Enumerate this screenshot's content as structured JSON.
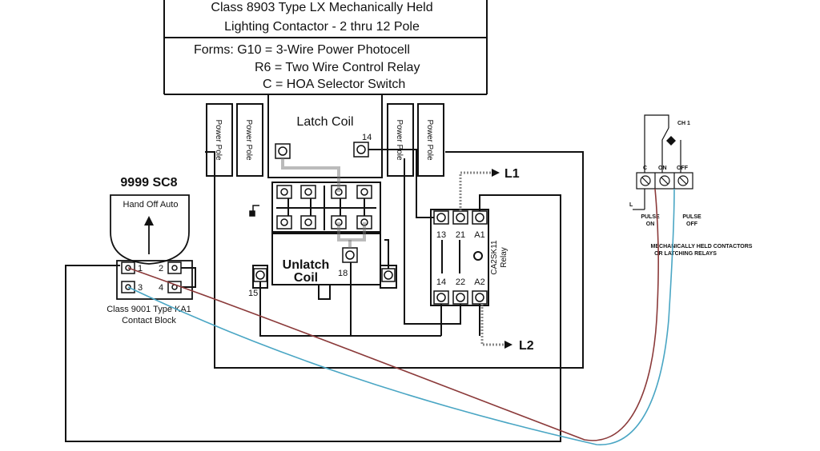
{
  "header": {
    "line1": "Class 8903 Type LX Mechanically Held",
    "line2": "Lighting Contactor - 2 thru 12 Pole",
    "forms_line1": "Forms:  G10 = 3-Wire Power Photocell",
    "forms_line2": "R6 = Two Wire Control Relay",
    "forms_line3": "C = HOA Selector Switch"
  },
  "contactor": {
    "latch_coil": "Latch Coil",
    "unlatch_line1": "Unlatch",
    "unlatch_line2": "Coil",
    "power_pole": "Power Pole",
    "terminals": {
      "t14": "14",
      "t15": "15",
      "t18": "18"
    }
  },
  "switch": {
    "title": "9999 SC8",
    "positions": "Hand Off Auto",
    "contact_block_line1": "Class 9001 Type KA1",
    "contact_block_line2": "Contact Block",
    "terminals": [
      "1",
      "2",
      "3",
      "4"
    ]
  },
  "relay": {
    "name_line1": "CA2SK11",
    "name_line2": "Relay",
    "top_terminals": [
      "13",
      "21",
      "A1"
    ],
    "bottom_terminals": [
      "14",
      "22",
      "A2"
    ],
    "l1": "L1",
    "l2": "L2"
  },
  "inset": {
    "ch1": "CH 1",
    "c": "C",
    "on": "ON",
    "off": "OFF",
    "l": "L",
    "pulse_on_1": "PULSE",
    "pulse_on_2": "ON",
    "pulse_off_1": "PULSE",
    "pulse_off_2": "OFF",
    "note_line1": "MECHANICALLY HELD CONTACTORS",
    "note_line2": "OR LATCHING RELAYS"
  },
  "colors": {
    "line": "#111111",
    "red_wire": "#8b3a3a",
    "blue_wire": "#4aa6c4",
    "dotted_wire": "#888888"
  }
}
